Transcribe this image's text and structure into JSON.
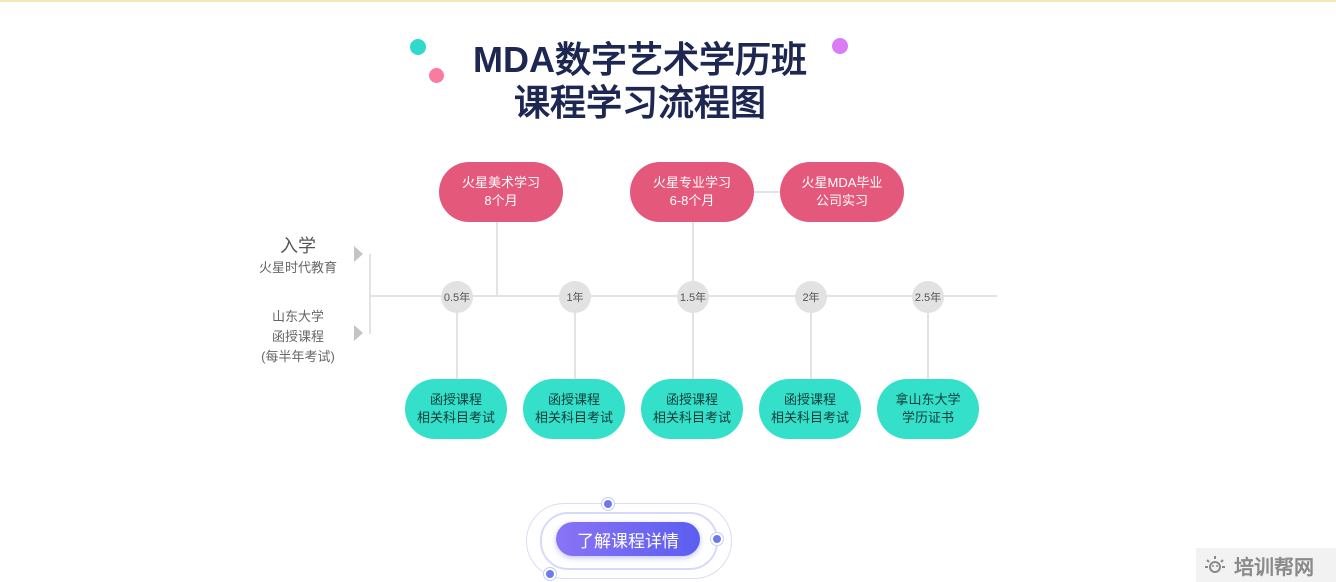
{
  "title": {
    "line1": "MDA数字艺术学历班",
    "line2": "课程学习流程图"
  },
  "colors": {
    "red_pill": "#e3587b",
    "green_pill": "#35e0cb",
    "title": "#1d2752",
    "button_start": "#8a73f5",
    "button_end": "#5b5ef0",
    "teal_dot": "#30d9c9",
    "pink_dot": "#fb7aa0",
    "purple_dot": "#db7cf5"
  },
  "left_labels": {
    "enroll_title": "入学",
    "enroll_sub": "火星时代教育",
    "exam_line1": "山东大学",
    "exam_line2": "函授课程",
    "exam_line3": "(每半年考试)"
  },
  "top_stages": [
    {
      "line1": "火星美术学习",
      "line2": "8个月"
    },
    {
      "line1": "火星专业学习",
      "line2": "6-8个月"
    },
    {
      "line1": "火星MDA毕业",
      "line2": "公司实习"
    }
  ],
  "timeline": [
    "0.5年",
    "1年",
    "1.5年",
    "2年",
    "2.5年"
  ],
  "bottom_stages": [
    {
      "line1": "函授课程",
      "line2": "相关科目考试"
    },
    {
      "line1": "函授课程",
      "line2": "相关科目考试"
    },
    {
      "line1": "函授课程",
      "line2": "相关科目考试"
    },
    {
      "line1": "函授课程",
      "line2": "相关科目考试"
    },
    {
      "line1": "拿山东大学",
      "line2": "学历证书"
    }
  ],
  "button": {
    "label": "了解课程详情"
  },
  "watermark": {
    "text": "培训帮网",
    "icon": "sun-logo-icon"
  }
}
